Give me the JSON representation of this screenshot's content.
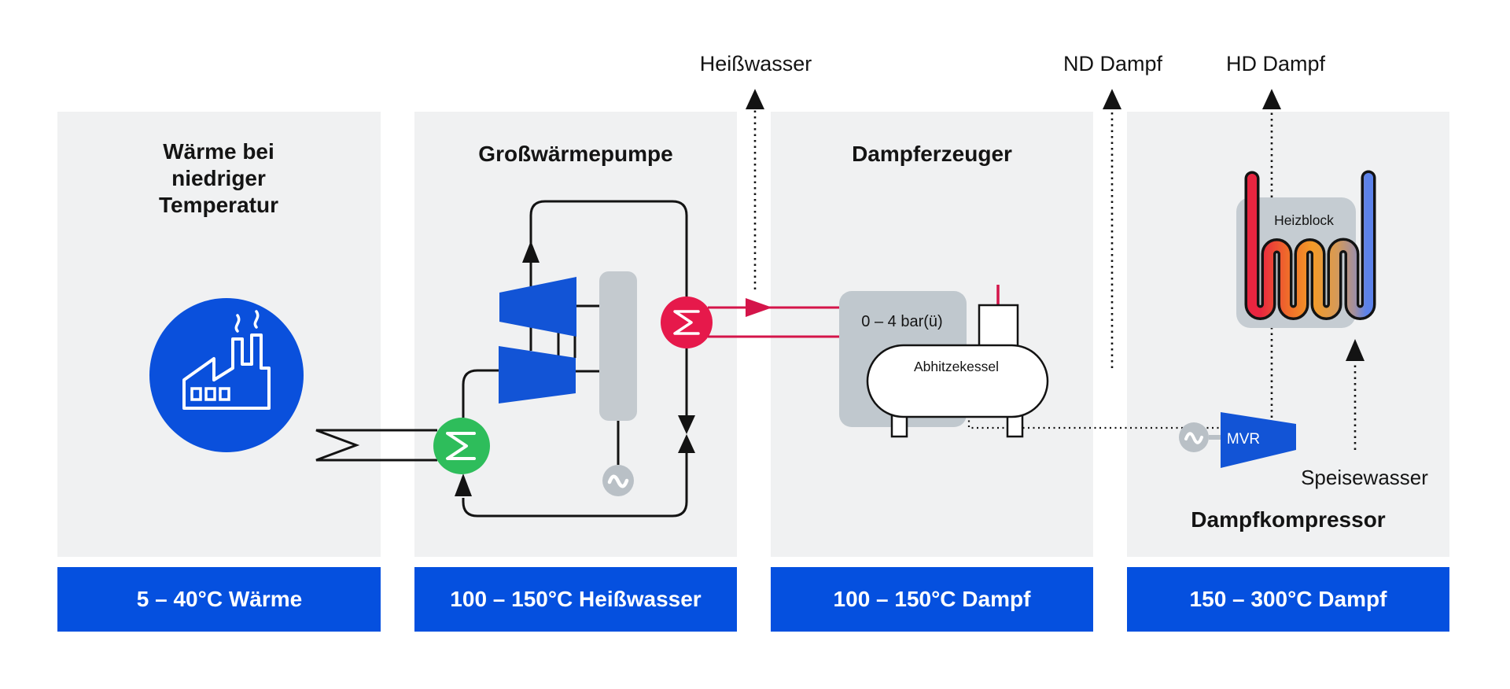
{
  "top_flows": [
    {
      "label": "Heißwasser"
    },
    {
      "label": "ND Dampf"
    },
    {
      "label": "HD Dampf"
    }
  ],
  "panels": [
    {
      "title_lines": [
        "Wärme bei",
        "niedriger",
        "Temperatur"
      ],
      "bar_label": "5 – 40°C Wärme",
      "icon": "factory-icon"
    },
    {
      "title": "Großwärmepumpe",
      "bar_label": "100 – 150°C Heißwasser"
    },
    {
      "title": "Dampferzeuger",
      "bar_label": "100 – 150°C Dampf",
      "pressure_label": "0 – 4 bar(ü)",
      "vessel_label": "Abhitzekessel"
    },
    {
      "title": "Dampfkompressor",
      "bar_label": "150 – 300°C Dampf",
      "heater_label": "Heizblock",
      "mvr_label": "MVR",
      "feedwater_label": "Speisewasser"
    }
  ],
  "colors": {
    "panel_bg": "#f0f1f2",
    "bar_blue": "#0550df",
    "icon_circle_blue": "#0a50dc",
    "compressor_blue": "#1254d6",
    "evaporator_green": "#2ebd5b",
    "condenser_red": "#e6194b",
    "steam_line_red": "#d4154a",
    "equipment_gray": "#c4cacf",
    "pressure_box_gray": "#c0c8ce",
    "heater_box_gray": "#c5ccd2",
    "motor_gray": "#b9c0c6",
    "line_black": "#131313",
    "heater_pipe_gradient": [
      "#e82540",
      "#ef6b2a",
      "#f29a28",
      "#d89a55",
      "#a18fa0",
      "#5c82ea"
    ]
  }
}
